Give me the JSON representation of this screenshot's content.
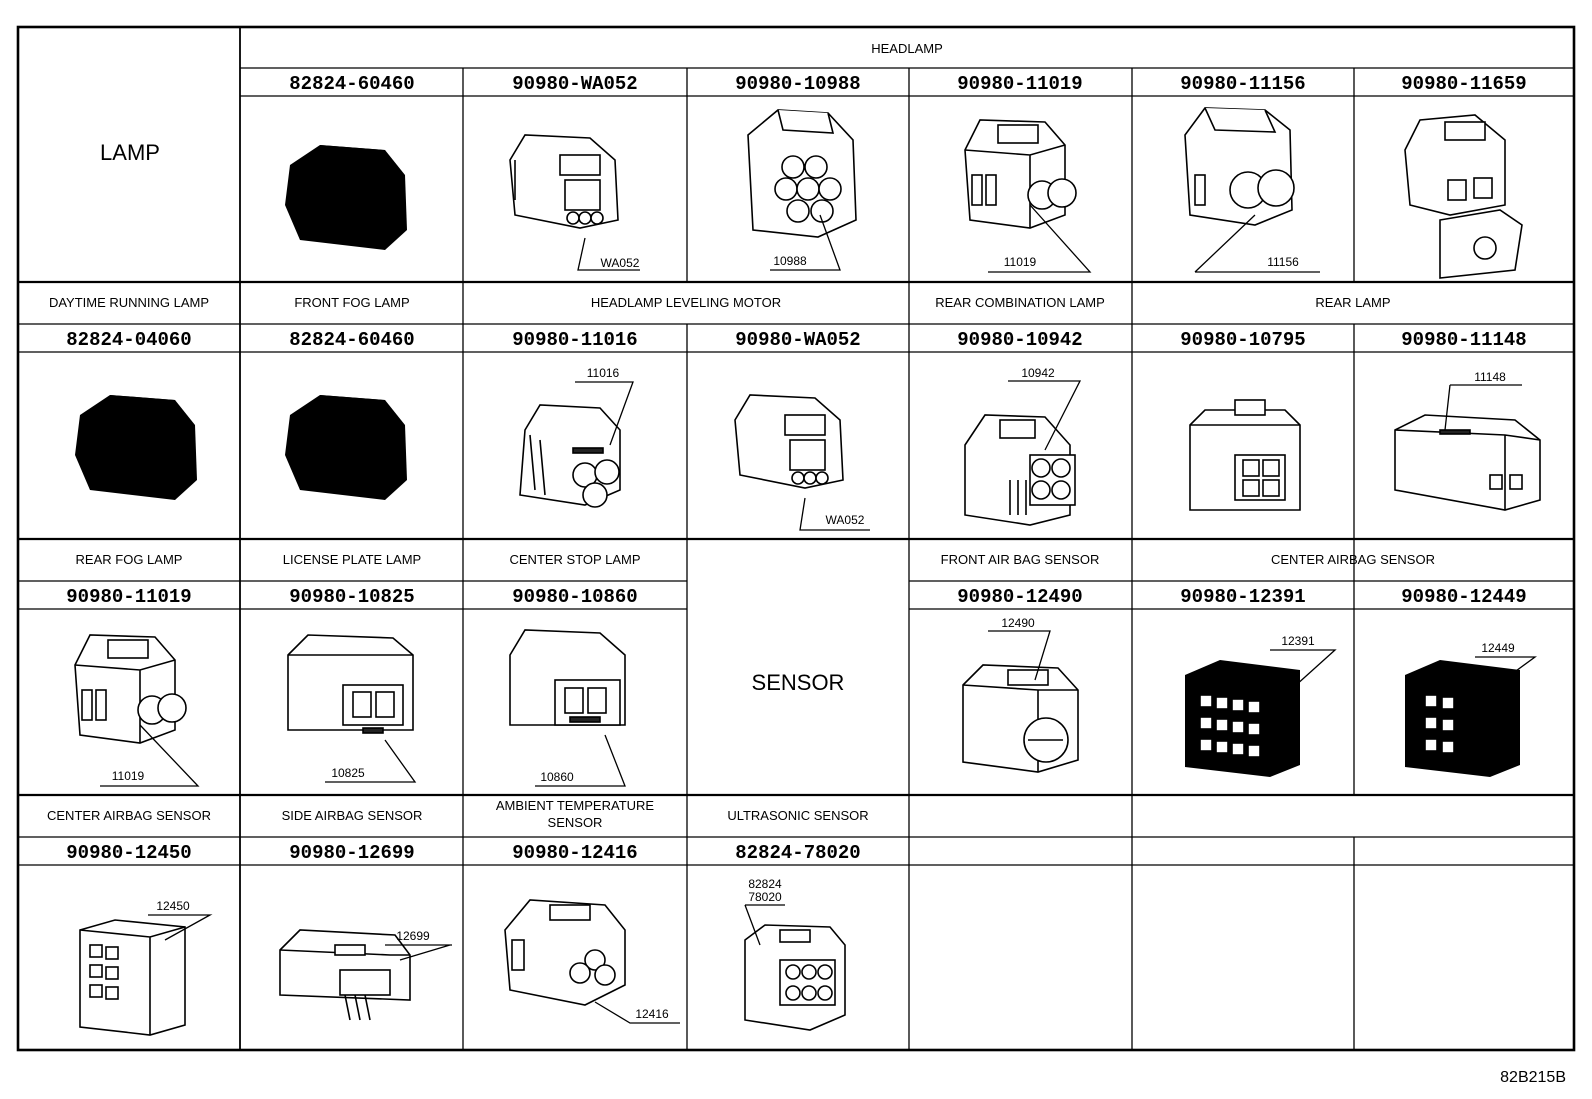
{
  "figure_code": "82B215B",
  "categories": {
    "lamp": "LAMP",
    "sensor": "SENSOR"
  },
  "groups": {
    "headlamp": "HEADLAMP",
    "drl": "DAYTIME RUNNING LAMP",
    "front_fog": "FRONT FOG LAMP",
    "hl_leveling": "HEADLAMP LEVELING MOTOR",
    "rear_comb": "REAR COMBINATION LAMP",
    "rear_lamp": "REAR LAMP",
    "rear_fog": "REAR FOG LAMP",
    "license": "LICENSE PLATE LAMP",
    "center_stop": "CENTER STOP LAMP",
    "front_airbag": "FRONT AIR BAG SENSOR",
    "center_airbag": "CENTER AIRBAG SENSOR",
    "center_airbag2": "CENTER AIRBAG SENSOR",
    "side_airbag": "SIDE AIRBAG SENSOR",
    "ambient_1": "AMBIENT TEMPERATURE",
    "ambient_2": "SENSOR",
    "ultrasonic": "ULTRASONIC SENSOR"
  },
  "parts": {
    "r1c1": "82824-60460",
    "r1c2": "90980-WA052",
    "r1c3": "90980-10988",
    "r1c4": "90980-11019",
    "r1c5": "90980-11156",
    "r1c6": "90980-11659",
    "r2c0": "82824-04060",
    "r2c1": "82824-60460",
    "r2c2": "90980-11016",
    "r2c3": "90980-WA052",
    "r2c4": "90980-10942",
    "r2c5": "90980-10795",
    "r2c6": "90980-11148",
    "r3c0": "90980-11019",
    "r3c1": "90980-10825",
    "r3c2": "90980-10860",
    "r3c4": "90980-12490",
    "r3c5": "90980-12391",
    "r3c6": "90980-12449",
    "r4c0": "90980-12450",
    "r4c1": "90980-12699",
    "r4c2": "90980-12416",
    "r4c3": "82824-78020"
  },
  "callouts": {
    "r1c2": "WA052",
    "r1c3": "10988",
    "r1c4": "11019",
    "r1c5": "11156",
    "r2c2": "11016",
    "r2c3": "WA052",
    "r2c4": "10942",
    "r2c6": "11148",
    "r3c0": "11019",
    "r3c1": "10825",
    "r3c2": "10860",
    "r3c4": "12490",
    "r3c5": "12391",
    "r3c6": "12449",
    "r4c0": "12450",
    "r4c1": "12699",
    "r4c2": "12416",
    "r4c3_a": "82824",
    "r4c3_b": "78020"
  }
}
